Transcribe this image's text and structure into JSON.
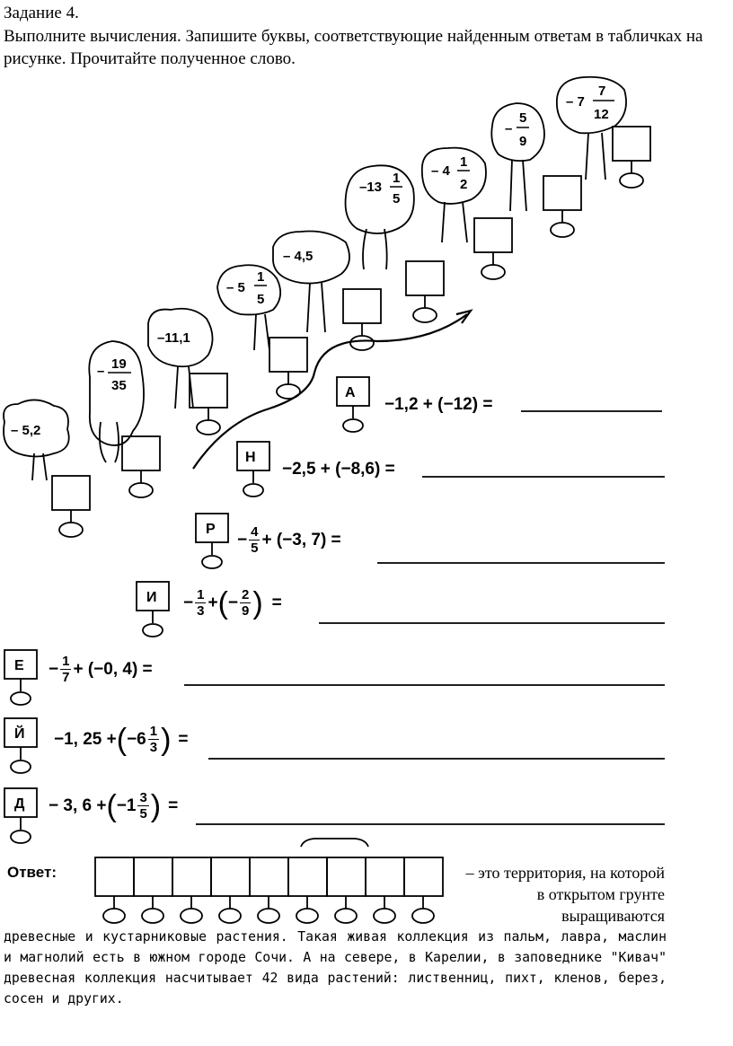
{
  "header": {
    "title": "Задание 4.",
    "instructions": "Выполните вычисления. Запишите буквы, соответствующие найденным ответам в табличках на рисунке. Прочитайте полученное слово."
  },
  "trees": [
    {
      "label": "– 5,2"
    },
    {
      "label_num": "19",
      "label_den": "35",
      "sign": "–"
    },
    {
      "label": "–11,1"
    },
    {
      "label_whole": "– 5",
      "label_num": "1",
      "label_den": "5"
    },
    {
      "label": "– 4,5"
    },
    {
      "label_whole": "–13",
      "label_num": "1",
      "label_den": "5"
    },
    {
      "label_whole": "– 4",
      "label_num": "1",
      "label_den": "2"
    },
    {
      "label_num": "5",
      "label_den": "9",
      "sign": "–"
    },
    {
      "label_whole": "– 7",
      "label_num": "7",
      "label_den": "12"
    }
  ],
  "equations": [
    {
      "letter": "А",
      "expr": "−1,2 + (−12) ="
    },
    {
      "letter": "Н",
      "expr": "−2,5 + (−8,6) ="
    },
    {
      "letter": "Р",
      "sign": "−",
      "num": "4",
      "den": "5",
      "rest": "+ (−3, 7) ="
    },
    {
      "letter": "И",
      "sign": "−",
      "num": "1",
      "den": "3",
      "plus": "+",
      "inner_sign": "−",
      "inner_num": "2",
      "inner_den": "9",
      "eq": "="
    },
    {
      "letter": "Е",
      "sign": "−",
      "num": "1",
      "den": "7",
      "rest": "+ (−0, 4) ="
    },
    {
      "letter": "Й",
      "pre": "−1, 25 +",
      "inner": "−6",
      "inner_num": "1",
      "inner_den": "3",
      "eq": "="
    },
    {
      "letter": "Д",
      "pre": "− 3, 6 +",
      "inner": "−1",
      "inner_num": "3",
      "inner_den": "5",
      "eq": "="
    }
  ],
  "answer": {
    "label": "Ответ:",
    "cells": 9,
    "side_text": "– это территория, на которой в открытом грунте выращиваются",
    "body_text": "древесные и кустарниковые растения. Такая живая коллекция из пальм, лавра, маслин и магнолий есть в южном городе Сочи. А на севере, в Карелии, в заповеднике \"Кивач\" древесная коллекция насчитывает 42 вида растений: лиственниц, пихт, кленов, берез, сосен и других."
  }
}
